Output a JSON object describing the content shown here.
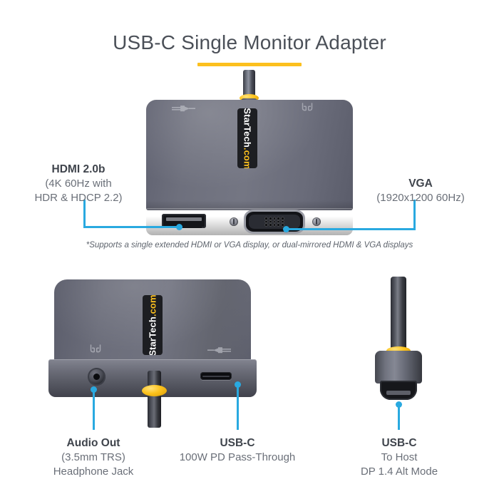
{
  "page": {
    "title": "USB-C Single Monitor Adapter",
    "accent_yellow": "#fcc01e",
    "accent_blue": "#29a9e0",
    "body_gray": "#6b6d7a",
    "text_gray": "#4a4f58"
  },
  "brand": {
    "name": "StarTech",
    "suffix": ".com",
    "full": "StarTech.com"
  },
  "footnote": "*Supports a single extended HDMI or VGA display, or dual-mirrored HDMI & VGA displays",
  "callouts": {
    "hdmi": {
      "line1": "HDMI 2.0b",
      "line2": "(4K 60Hz with",
      "line3": "HDR & HDCP 2.2)"
    },
    "vga": {
      "line1": "VGA",
      "line2": "(1920x1200 60Hz)"
    },
    "audio": {
      "line1": "Audio Out",
      "line2": "(3.5mm TRS)",
      "line3": "Headphone Jack"
    },
    "usbc_pd": {
      "line1": "USB-C",
      "line2": "100W PD Pass-Through"
    },
    "usbc_host": {
      "line1": "USB-C",
      "line2": "To Host",
      "line3": "DP 1.4 Alt Mode"
    }
  },
  "icons": {
    "power_plug": "power-plug-icon",
    "headphone": "headphone-icon",
    "hdmi_port": "hdmi-port",
    "vga_port": "vga-port",
    "audio_jack": "audio-jack-port",
    "usbc_port": "usb-c-port",
    "usbc_plug": "usb-c-plug"
  },
  "vga_pins": {
    "row1": 5,
    "row2": 5,
    "row3": 5
  }
}
